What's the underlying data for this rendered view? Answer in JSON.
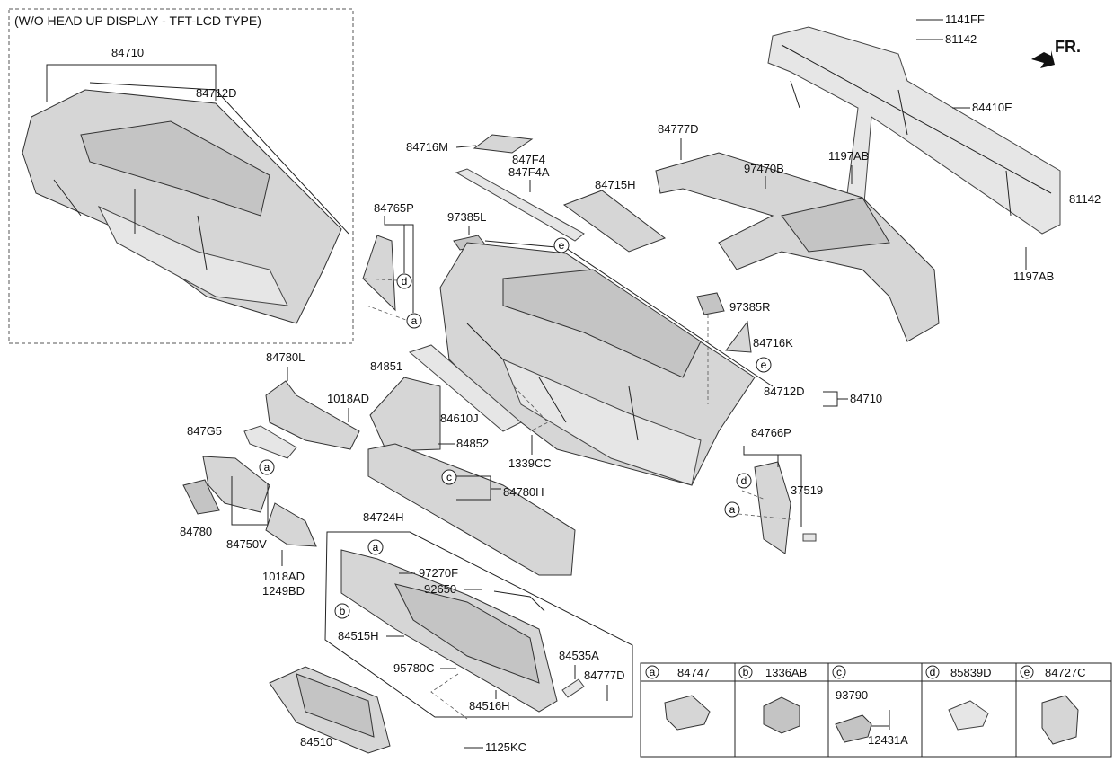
{
  "title": "(W/O HEAD UP DISPLAY - TFT-LCD TYPE)",
  "direction": "FR.",
  "labels": {
    "l84710a": "84710",
    "l84712Da": "84712D",
    "l1141FF": "1141FF",
    "l81142a": "81142",
    "l84410E": "84410E",
    "l84716M": "84716M",
    "l847F4": "847F4",
    "l847F4A": "847F4A",
    "l84777Da": "84777D",
    "l97470B": "97470B",
    "l1197ABa": "1197AB",
    "l81142b": "81142",
    "l1197ABb": "1197AB",
    "l84715H": "84715H",
    "l84765P": "84765P",
    "l97385L": "97385L",
    "l97385R": "97385R",
    "l84716K": "84716K",
    "l84780L": "84780L",
    "l84851": "84851",
    "l1018ADa": "1018AD",
    "l84610J": "84610J",
    "l84852": "84852",
    "l1339CC": "1339CC",
    "l84712Db": "84712D",
    "l84710b": "84710",
    "l847G5": "847G5",
    "l84766P": "84766P",
    "l37519": "37519",
    "l84780H": "84780H",
    "l84780": "84780",
    "l84750V": "84750V",
    "l84724H": "84724H",
    "l1018ADb": "1018AD",
    "l1249BD": "1249BD",
    "l97270F": "97270F",
    "l92650": "92650",
    "l84515H": "84515H",
    "l84535A": "84535A",
    "l95780C": "95780C",
    "l84777Db": "84777D",
    "l84516H": "84516H",
    "l84510": "84510",
    "l1125KC": "1125KC"
  },
  "callouts": [
    "a",
    "b",
    "c",
    "d",
    "e"
  ],
  "legend": [
    {
      "key": "a",
      "part": "84747"
    },
    {
      "key": "b",
      "part": "1336AB"
    },
    {
      "key": "c",
      "part": "",
      "sub1": "93790",
      "sub2": "12431A"
    },
    {
      "key": "d",
      "part": "85839D"
    },
    {
      "key": "e",
      "part": "84727C"
    }
  ]
}
